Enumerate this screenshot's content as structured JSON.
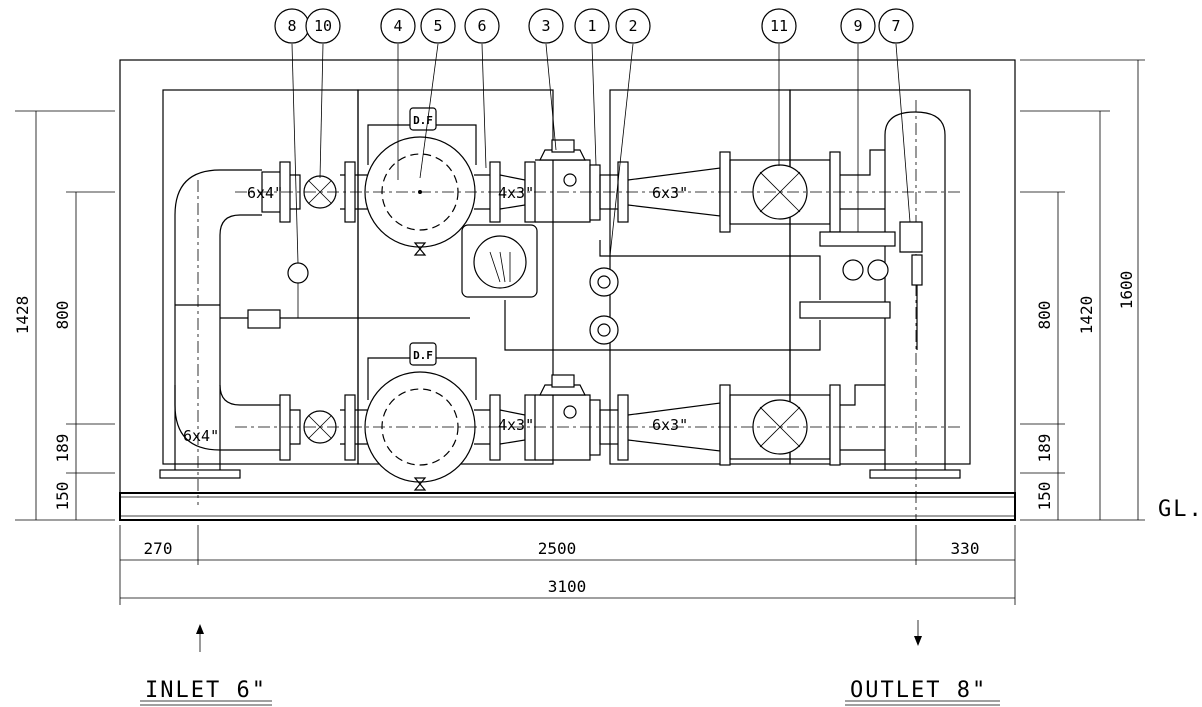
{
  "callouts": [
    "8",
    "10",
    "4",
    "5",
    "6",
    "3",
    "1",
    "2",
    "11",
    "9",
    "7"
  ],
  "dimensions": {
    "left_total": "1428",
    "left_mid": "800",
    "left_low": "189",
    "left_base": "150",
    "right_mid": "800",
    "right_total": "1420",
    "right_overall": "1600",
    "right_low": "189",
    "right_base": "150",
    "bottom_left": "270",
    "bottom_mid": "2500",
    "bottom_right": "330",
    "bottom_total": "3100"
  },
  "pipe_labels": {
    "upper_inlet": "6x4\"",
    "upper_reducer": "4x3\"",
    "upper_outlet": "6x3\"",
    "lower_inlet": "6x4\"",
    "lower_reducer": "4x3\"",
    "lower_outlet": "6x3\""
  },
  "filter_tag": "D.F",
  "ground_label": "GL.",
  "inlet_label": "INLET  6\"",
  "outlet_label": "OUTLET  8\""
}
